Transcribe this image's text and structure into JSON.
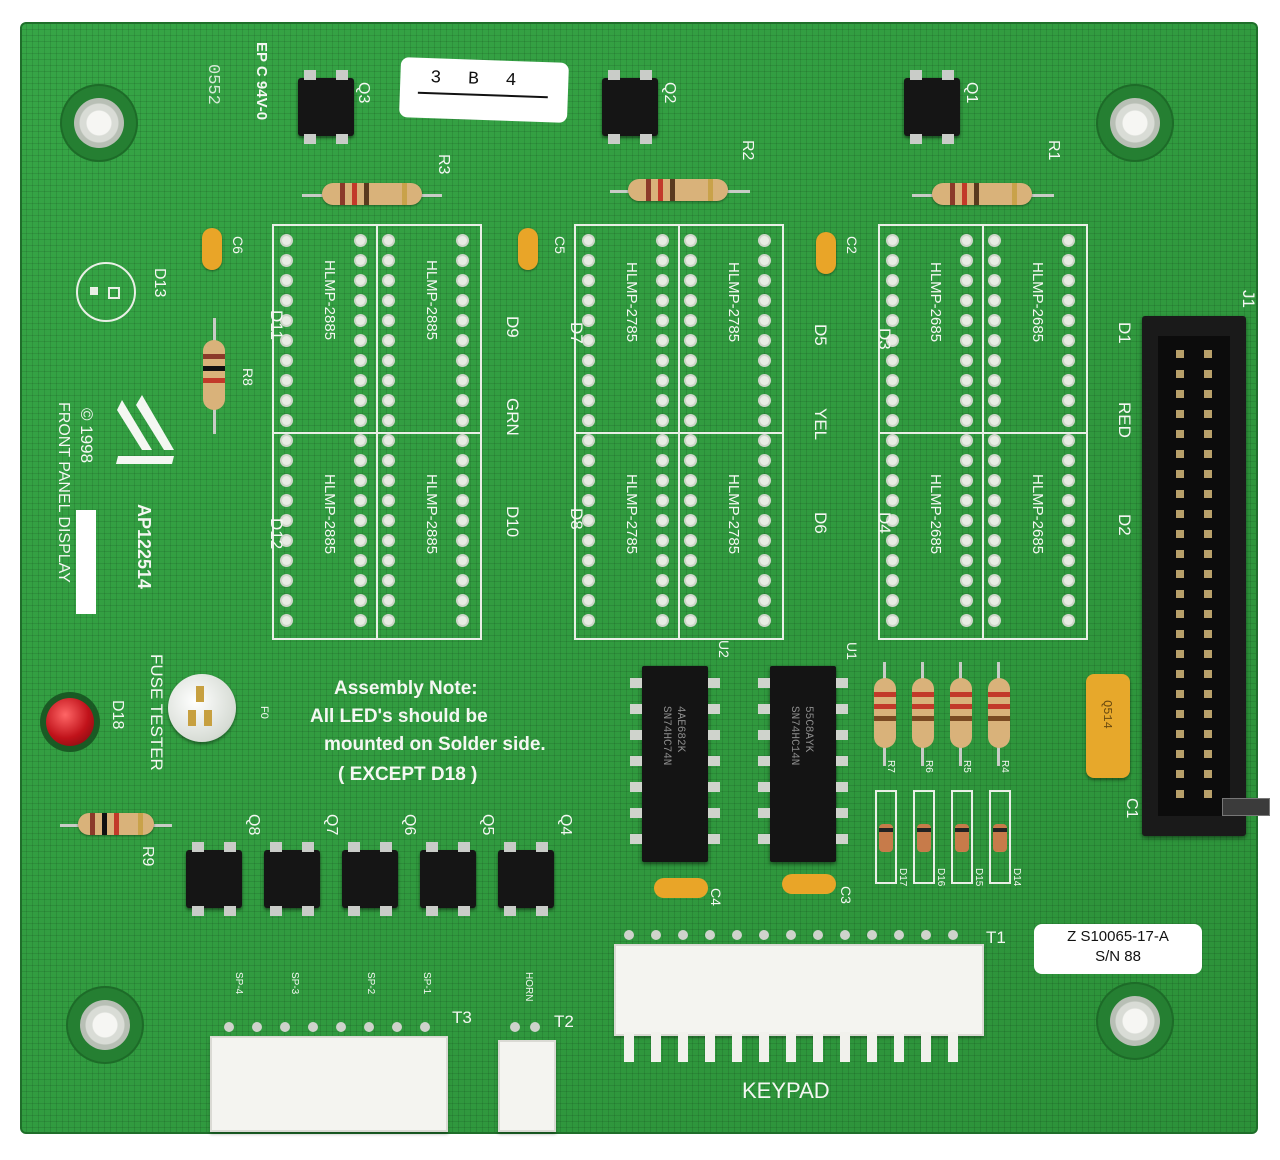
{
  "board": {
    "corner_code": "EP C 94V-0",
    "date_code": "0552",
    "copyright": "© 1998",
    "title": "FRONT PANEL DISPLAY",
    "part_number": "AP122514",
    "sticker": "3 B 4",
    "serial": {
      "line1": "Z S10065-17-A",
      "line2": "S/N 88"
    },
    "assembly_note": [
      "Assembly Note:",
      "All LED's should be",
      "mounted on Solder side.",
      "( EXCEPT D18 )"
    ],
    "fuse_tester": "FUSE TESTER",
    "fuse_label": "F0",
    "keypad": "KEYPAD"
  },
  "transistors": {
    "q3": "Q3",
    "q2": "Q2",
    "q1": "Q1",
    "q8": "Q8",
    "q7": "Q7",
    "q6": "Q6",
    "q5": "Q5",
    "q4": "Q4"
  },
  "resistors": {
    "r3": "R3",
    "r2": "R2",
    "r1": "R1",
    "r8": "R8",
    "r9": "R9",
    "r7": "R7",
    "r6": "R6",
    "r5": "R5",
    "r4": "R4"
  },
  "capacitors": {
    "c6": "C6",
    "c5": "C5",
    "c2": "C2",
    "c4": "C4",
    "c3": "C3",
    "c1": "C1",
    "c1_mark": "Q514"
  },
  "leds": {
    "d13": "D13",
    "d11": "D11",
    "d12": "D12",
    "d9": "D9",
    "d10": "D10",
    "d7": "D7",
    "d8": "D8",
    "d5": "D5",
    "d6": "D6",
    "d3": "D3",
    "d4": "D4",
    "d1": "D1",
    "d2": "D2",
    "d18": "D18",
    "grn": "GRN",
    "yel": "YEL",
    "red": "RED",
    "hlmp_2885": "HLMP-2885",
    "hlmp_2785": "HLMP-2785",
    "hlmp_2685": "HLMP-2685"
  },
  "diodes": {
    "d17": "D17",
    "d16": "D16",
    "d15": "D15",
    "d14": "D14"
  },
  "ics": {
    "u2": "U2",
    "u1": "U1",
    "u2_mark": "SN74HC74N",
    "u2_mark2": "4AE682K",
    "u1_mark": "SN74HC14N",
    "u1_mark2": "55C8AYK"
  },
  "connectors": {
    "j1": "J1",
    "t1": "T1",
    "t2": "T2",
    "t3": "T3",
    "sp4": "SP-4",
    "sp3": "SP-3",
    "sp2": "SP-2",
    "sp1": "SP-1",
    "horn": "HORN"
  },
  "colors": {
    "board": "#2f9a3e",
    "silkscreen": "#f4f7f2",
    "led_red": "#c0121a",
    "cap": "#e9a528"
  }
}
